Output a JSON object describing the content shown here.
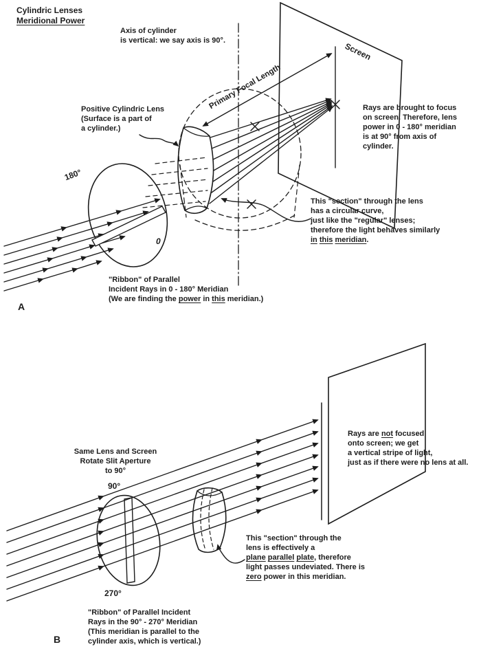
{
  "palette": {
    "ink": "#1c1c1c",
    "paper": "#ffffff"
  },
  "figure_a": {
    "panel_label": "A",
    "heading_line1": "Cylindric Lenses",
    "heading_line2": "Meridional Power",
    "axis_note": "Axis of cylinder\nis vertical: we say axis is 90°.",
    "screen_label": "Screen",
    "focal_length_label": "Primary Focal Length",
    "lens_caption": "Positive Cylindric Lens\n(Surface is a part of\na cylinder.)",
    "focus_caption": "Rays are brought to focus\non screen. Therefore, lens\npower in 0 - 180°  meridian\nis at 90° from axis of\ncylinder.",
    "meridian_180_label": "180°",
    "meridian_0_label": "0",
    "section_caption": [
      {
        "t": "This \"section\" through the lens\nhas a circular curve,\njust like the \"regular\" lenses;\ntherefore the light behaves similarly\n"
      },
      {
        "t": "in",
        "u": true
      },
      {
        "t": " "
      },
      {
        "t": "this",
        "u": true
      },
      {
        "t": " "
      },
      {
        "t": "meridian",
        "u": true
      },
      {
        "t": "."
      }
    ],
    "ribbon_caption": [
      {
        "t": "\"Ribbon\" of Parallel\nIncident Rays in 0 - 180° Meridian\n(We are finding the "
      },
      {
        "t": "power",
        "u": true
      },
      {
        "t": " in "
      },
      {
        "t": "this",
        "u": true
      },
      {
        "t": " meridian.)"
      }
    ]
  },
  "figure_b": {
    "panel_label": "B",
    "setup_caption": "Same Lens and Screen\nRotate Slit Aperture\nto 90°",
    "screen_caption": [
      {
        "t": "Rays are "
      },
      {
        "t": "not",
        "u": true
      },
      {
        "t": " focused\nonto screen; we get\na vertical stripe of light,\njust as if there were no lens at all."
      }
    ],
    "meridian_90_label": "90°",
    "meridian_270_label": "270°",
    "section_caption": [
      {
        "t": "This \"section\" through the\nlens is effectively a\n"
      },
      {
        "t": "plane",
        "u": true
      },
      {
        "t": " "
      },
      {
        "t": "parallel",
        "u": true
      },
      {
        "t": " "
      },
      {
        "t": "plate",
        "u": true
      },
      {
        "t": ", therefore\nlight passes undeviated. There is\n"
      },
      {
        "t": "zero",
        "u": true
      },
      {
        "t": " power in this meridian."
      }
    ],
    "ribbon_caption": "\"Ribbon\" of Parallel Incident\nRays in the 90° - 270° Meridian\n(This meridian is parallel to the\ncylinder axis, which is vertical.)"
  }
}
